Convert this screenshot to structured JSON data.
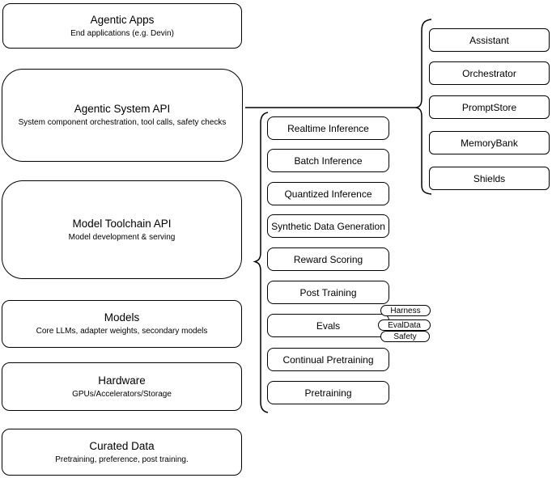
{
  "diagram": {
    "left_column": [
      {
        "title": "Agentic Apps",
        "subtitle": "End applications (e.g. Devin)"
      },
      {
        "title": "Agentic System API",
        "subtitle": "System component orchestration, tool calls, safety checks"
      },
      {
        "title": "Model Toolchain API",
        "subtitle": "Model development & serving"
      },
      {
        "title": "Models",
        "subtitle": "Core LLMs, adapter weights, secondary models"
      },
      {
        "title": "Hardware",
        "subtitle": "GPUs/Accelerators/Storage"
      },
      {
        "title": "Curated Data",
        "subtitle": "Pretraining, preference, post training."
      }
    ],
    "toolchain_services": [
      "Realtime Inference",
      "Batch Inference",
      "Quantized Inference",
      "Synthetic Data Generation",
      "Reward Scoring",
      "Post Training",
      "Evals",
      "Continual Pretraining",
      "Pretraining"
    ],
    "eval_tags": [
      "Harness",
      "EvalData",
      "Safety"
    ],
    "system_components": [
      "Assistant",
      "Orchestrator",
      "PromptStore",
      "MemoryBank",
      "Shields"
    ],
    "colors": {
      "stroke": "#000000",
      "background": "#ffffff",
      "text": "#000000"
    }
  }
}
